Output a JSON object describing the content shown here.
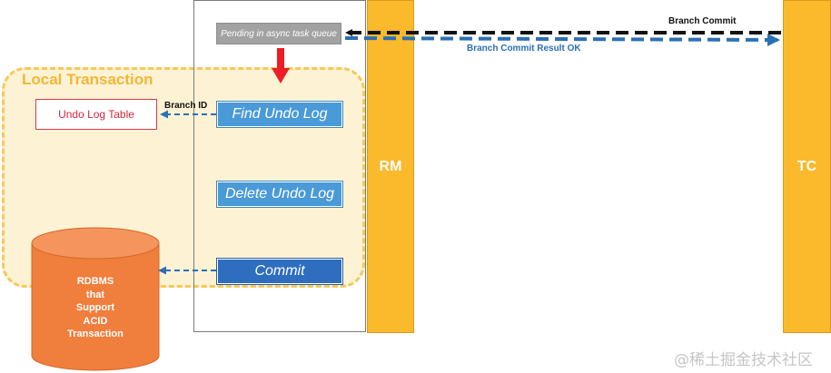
{
  "local_transaction": {
    "label": "Local Transaction"
  },
  "rm": {
    "label": "RM"
  },
  "tc": {
    "label": "TC"
  },
  "pending": {
    "label": "Pending in async task queue"
  },
  "steps": {
    "find": "Find Undo Log",
    "delete": "Delete Undo Log",
    "commit": "Commit"
  },
  "undo_table": {
    "label": "Undo Log Table"
  },
  "arrows": {
    "branch_commit": "Branch Commit",
    "branch_commit_result": "Branch Commit Result OK",
    "branch_id": "Branch ID"
  },
  "database": {
    "lines": [
      "RDBMS",
      "that",
      "Support",
      "ACID",
      "Transaction"
    ]
  },
  "watermark": "@稀土掘金技术社区",
  "colors": {
    "lane": "#fbb92c",
    "step": "#4a9ad8",
    "commit_step": "#2f6dbf",
    "database": "#f07e3c",
    "local_tx_border": "#f7c85a",
    "result_arrow": "#2c6fb4",
    "down_arrow": "#ee1c25"
  }
}
